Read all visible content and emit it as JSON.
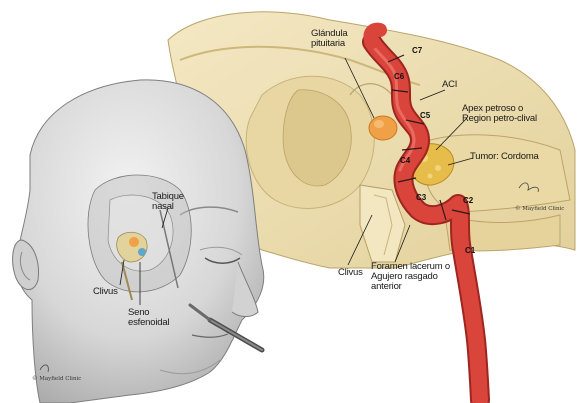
{
  "labels": {
    "glandula_line1": "Glándula",
    "glandula_line2": "pituitaria",
    "aci": "ACI",
    "apex_line1": "Apex petroso o",
    "apex_line2": "Region petro-clival",
    "tumor": "Tumor: Cordoma",
    "tabique_line1": "Tabique",
    "tabique_line2": "nasal",
    "clivus_left": "Clivus",
    "clivus_right": "Clivus",
    "seno_line1": "Seno",
    "seno_line2": "esfenoidal",
    "foramen_line1": "Foramen lacerum o",
    "foramen_line2": "Agujero rasgado",
    "foramen_line3": "anterior"
  },
  "segments": {
    "c1": "C1",
    "c2": "C2",
    "c3": "C3",
    "c4": "C4",
    "c5": "C5",
    "c6": "C6",
    "c7": "C7"
  },
  "signatures": {
    "right": "© Mayfield Clinic",
    "left": "© Mayfield Clinic"
  },
  "colors": {
    "artery": "#d33a33",
    "artery_dark": "#9e2520",
    "bone": "#efe2b8",
    "bone_shadow": "#d9c791",
    "pituitary": "#f2a24a",
    "tumor": "#e9c352",
    "skin": "#dcdcdc"
  }
}
